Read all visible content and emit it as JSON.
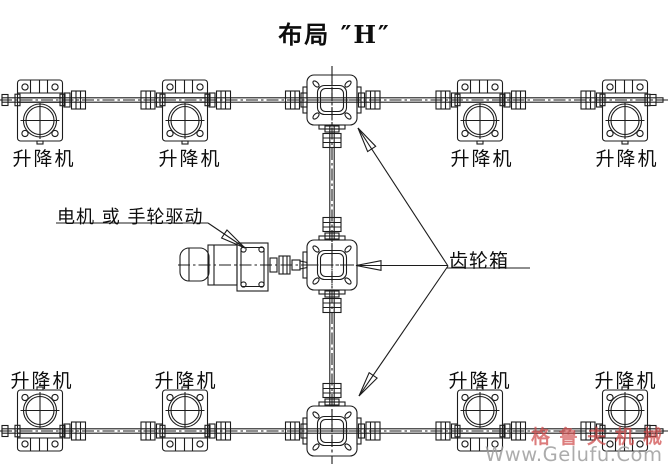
{
  "title": "布局 ″H″",
  "diagram": {
    "lifter_labels_top": [
      "升降机",
      "升降机",
      "升降机",
      "升降机"
    ],
    "lifter_labels_bottom": [
      "升降机",
      "升降机",
      "升降机",
      "升降机"
    ],
    "motor_label": "电机 或 手轮驱动",
    "gearbox_label": "齿轮箱"
  },
  "watermark": {
    "brand_cn": "格鲁夫机械",
    "brand_url": "Www.Gelufu.Com"
  },
  "colors": {
    "line": "#1c1c1c",
    "watermark_red": "#ce4a4a",
    "watermark_gray": "#9e9e9e"
  }
}
